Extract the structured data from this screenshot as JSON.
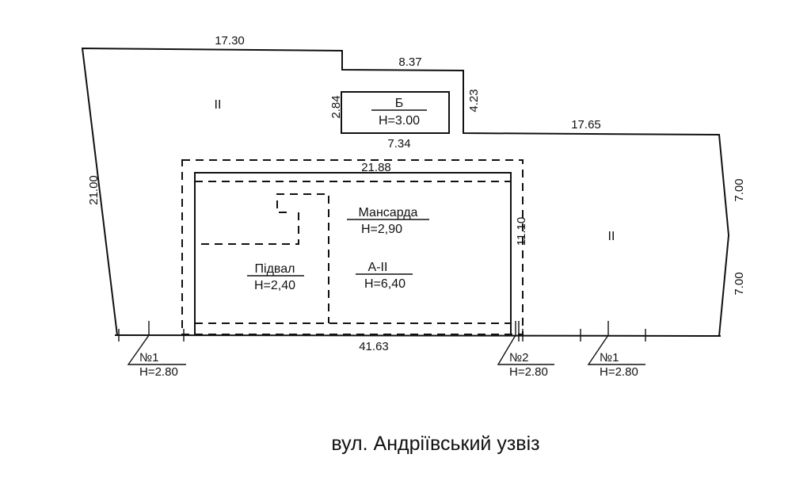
{
  "dimensions": {
    "top_left": "17.30",
    "top_mid": "8.37",
    "step_right": "4.23",
    "top_right": "17.65",
    "left": "21.00",
    "right_upper": "7.00",
    "right_lower": "7.00",
    "bottom": "41.63",
    "building_top": "21.88",
    "building_right": "11.10",
    "shed_height": "2.84",
    "shed_width": "7.34"
  },
  "zones": {
    "left": "II",
    "right": "II"
  },
  "shed": {
    "name": "Б",
    "height": "H=3.00"
  },
  "building": {
    "attic": {
      "name": "Мансарда",
      "height": "H=2,90"
    },
    "basement": {
      "name": "Підвал",
      "height": "H=2,40"
    },
    "main": {
      "name": "А-ІІ",
      "height": "H=6,40"
    }
  },
  "markers": [
    {
      "name": "№1",
      "height": "H=2.80"
    },
    {
      "name": "№2",
      "height": "H=2.80"
    },
    {
      "name": "№1",
      "height": "H=2.80"
    }
  ],
  "street": "вул. Андріївський узвіз"
}
